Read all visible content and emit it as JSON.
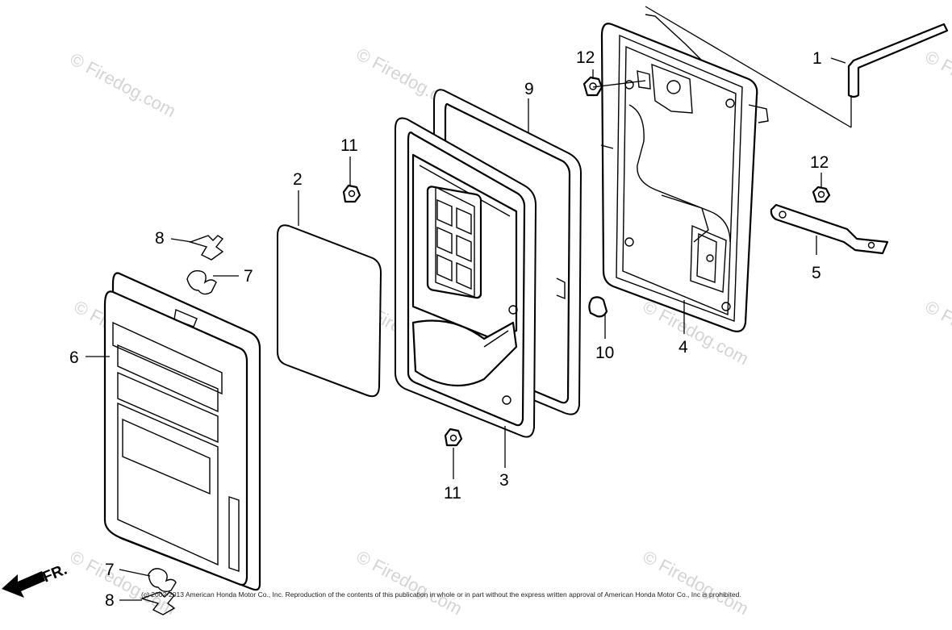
{
  "diagram": {
    "callouts": {
      "p1": "1",
      "p2": "2",
      "p3": "3",
      "p4": "4",
      "p5": "5",
      "p6": "6",
      "p7a": "7",
      "p7b": "7",
      "p8a": "8",
      "p8b": "8",
      "p9": "9",
      "p10": "10",
      "p11a": "11",
      "p11b": "11",
      "p12a": "12",
      "p12b": "12"
    },
    "front_marker": "FR.",
    "watermark": "© Firedog.com",
    "copyright": "(c) 2002-2013 American Honda Motor Co., Inc. Reproduction of the contents of this publication in whole or in part without the express written approval of American Honda Motor Co., Inc is prohibited."
  },
  "colors": {
    "line": "#000000",
    "watermark": "#d4d4d4",
    "background": "#ffffff"
  }
}
